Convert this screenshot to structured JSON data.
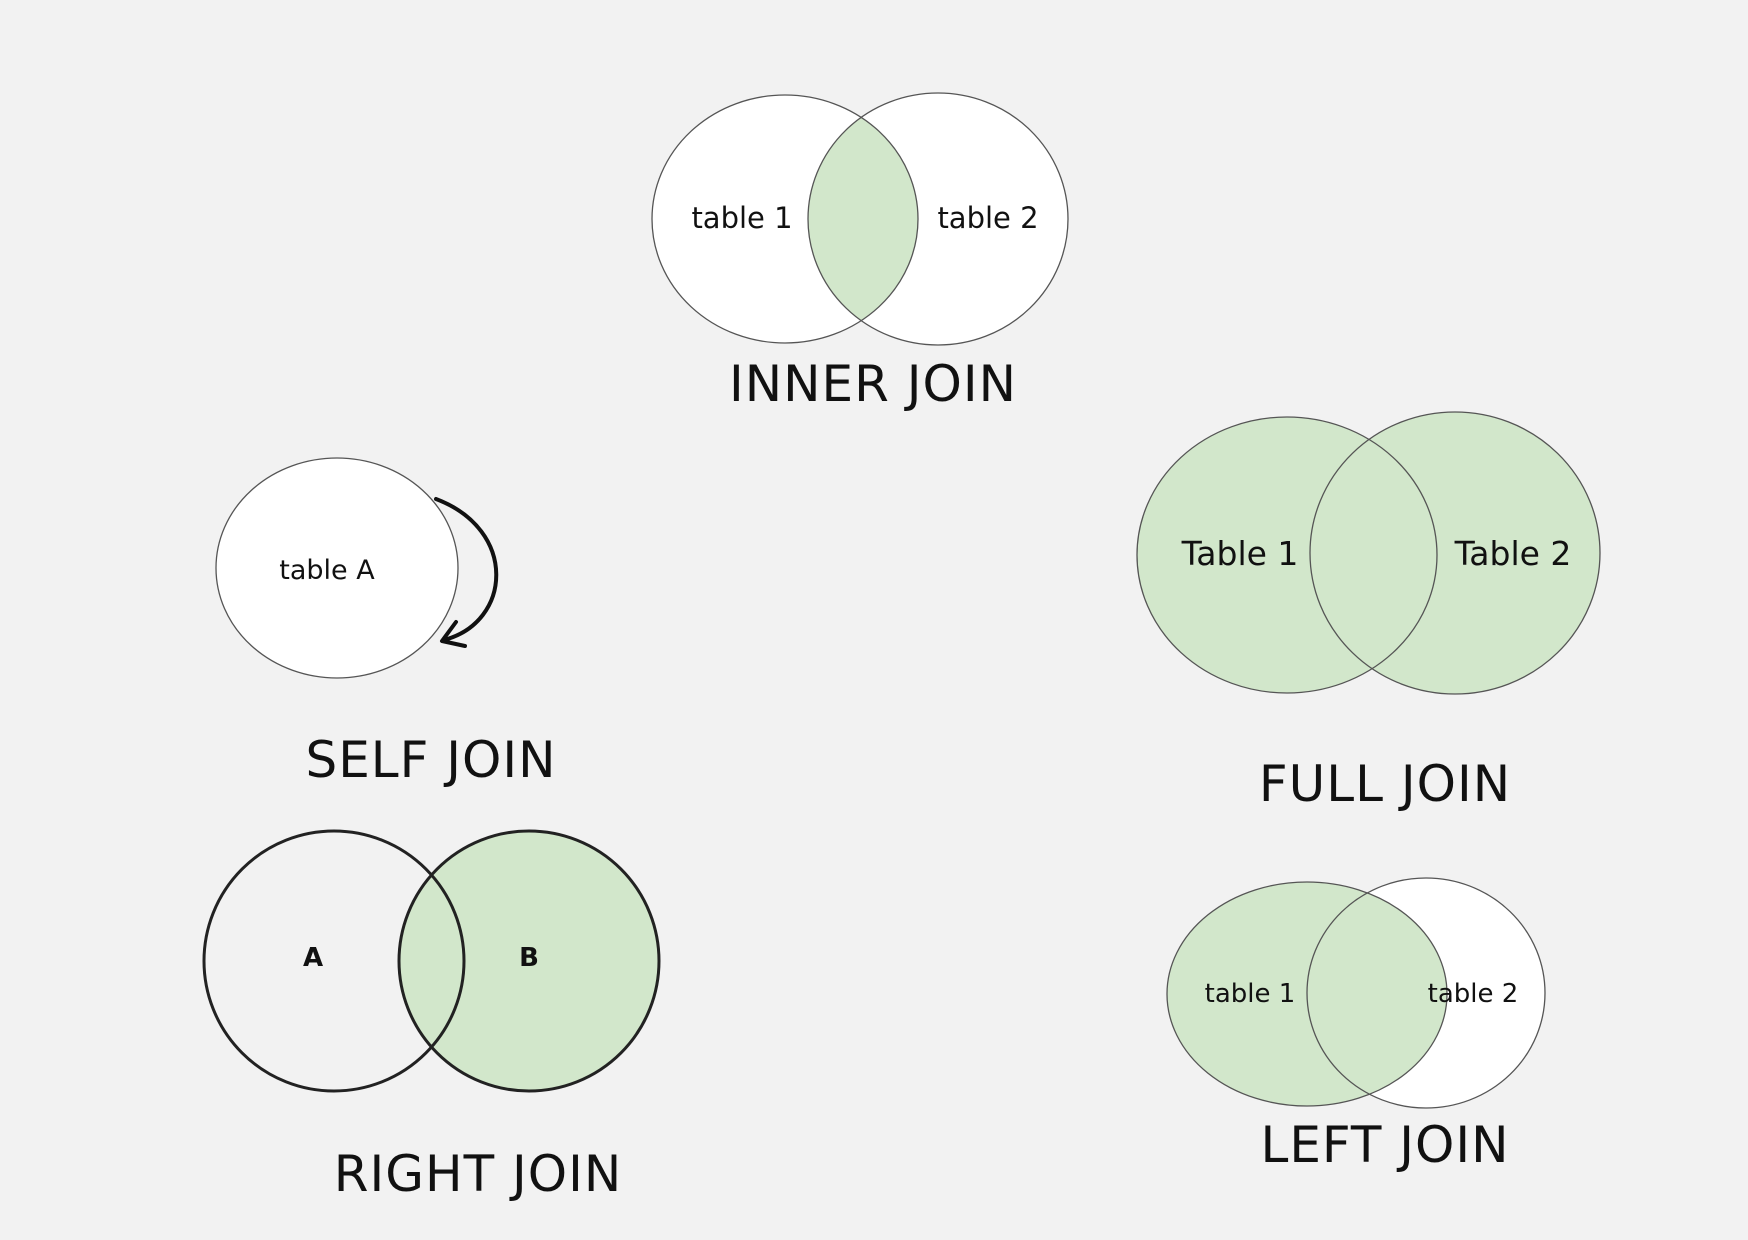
{
  "colors": {
    "background": "#f2f2f2",
    "fill_included": "#d2e7cb",
    "fill_excluded": "#ffffff",
    "stroke": "#555555"
  },
  "inner_join": {
    "title": "INNER JOIN",
    "left_label": "table 1",
    "right_label": "table 2"
  },
  "self_join": {
    "title": "SELF JOIN",
    "label": "table A",
    "arrow_icon": "curved-arrow"
  },
  "full_join": {
    "title": "FULL JOIN",
    "left_label": "Table 1",
    "right_label": "Table 2"
  },
  "right_join": {
    "title": "RIGHT JOIN",
    "left_label": "A",
    "right_label": "B"
  },
  "left_join": {
    "title": "LEFT JOIN",
    "left_label": "table 1",
    "right_label": "table 2"
  }
}
